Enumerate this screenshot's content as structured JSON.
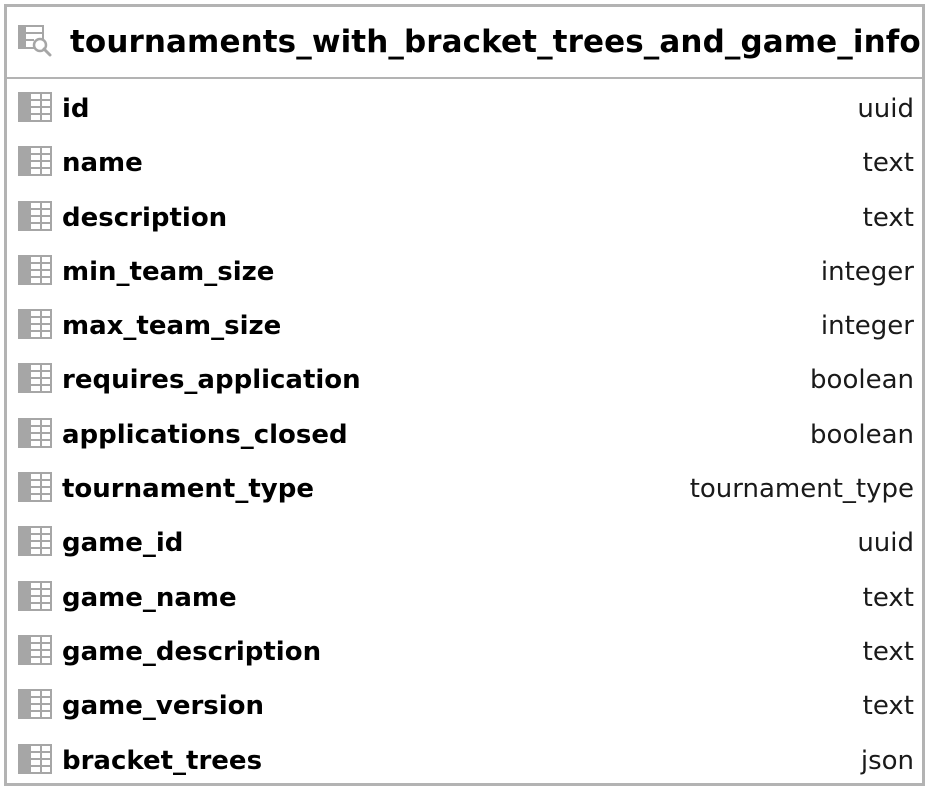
{
  "entity": {
    "title": "tournaments_with_bracket_trees_and_game_info",
    "icon": "view-icon",
    "columns": [
      {
        "name": "id",
        "type": "uuid"
      },
      {
        "name": "name",
        "type": "text"
      },
      {
        "name": "description",
        "type": "text"
      },
      {
        "name": "min_team_size",
        "type": "integer"
      },
      {
        "name": "max_team_size",
        "type": "integer"
      },
      {
        "name": "requires_application",
        "type": "boolean"
      },
      {
        "name": "applications_closed",
        "type": "boolean"
      },
      {
        "name": "tournament_type",
        "type": "tournament_type"
      },
      {
        "name": "game_id",
        "type": "uuid"
      },
      {
        "name": "game_name",
        "type": "text"
      },
      {
        "name": "game_description",
        "type": "text"
      },
      {
        "name": "game_version",
        "type": "text"
      },
      {
        "name": "bracket_trees",
        "type": "json"
      }
    ]
  },
  "colors": {
    "border": "#b3b3b3",
    "icon_gray": "#a6a6a6"
  }
}
